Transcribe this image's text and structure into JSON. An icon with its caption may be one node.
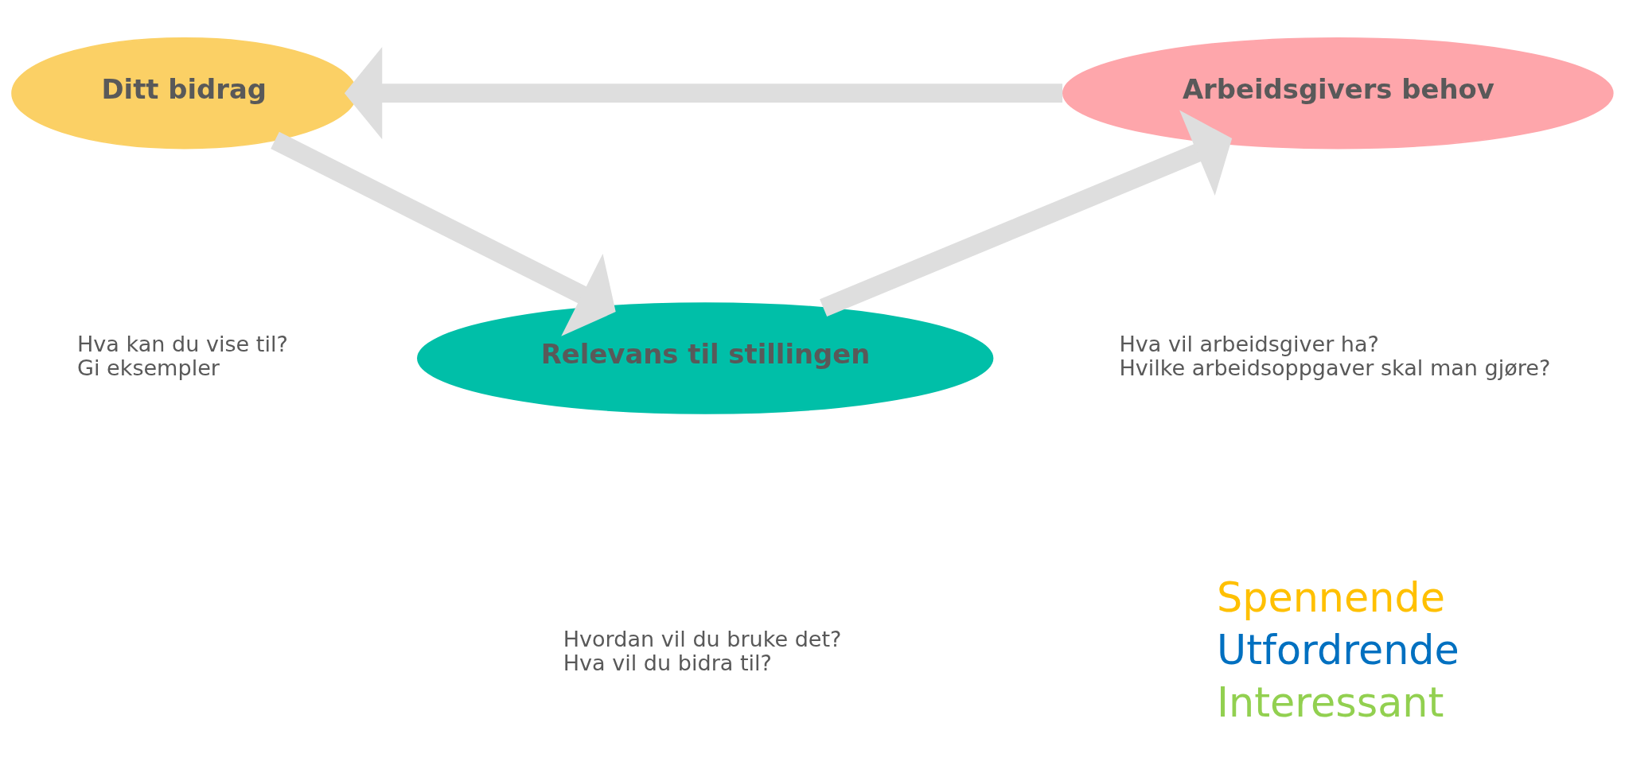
{
  "diagram": {
    "nodes": [
      {
        "text": [
          "Ditt bidrag"
        ],
        "beside": [
          "Hva kan du vise til?",
          "Gi eksempler"
        ]
      },
      {
        "text": [
          "Arbeidsgivers behov"
        ],
        "beside": [
          "Hva vil arbeidsgiver ha?",
          "Hvilke arbeidsoppgaver skal man gjøre?"
        ]
      },
      {
        "text": [
          "Relevans til stillingen"
        ],
        "beside": [
          "Hvordan vil du bruke det?",
          "Hva vil du bidra til?"
        ]
      }
    ],
    "edges": [
      {
        "from": 1,
        "to": 0,
        "arrow": "to"
      },
      {
        "from": 0,
        "to": 2,
        "arrow": "to"
      },
      {
        "from": 2,
        "to": 1,
        "arrow": "to"
      }
    ],
    "labels": [
      "Spennende",
      "Utfordrende",
      "Interessant"
    ]
  }
}
